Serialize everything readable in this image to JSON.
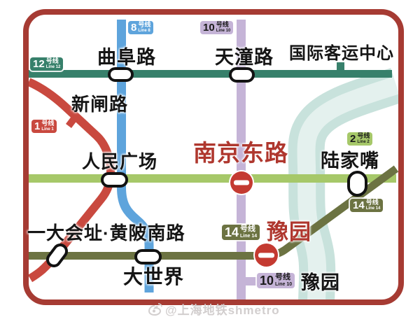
{
  "badges": {
    "line1": {
      "num": "1",
      "suffix": "号线",
      "en": "Line 1"
    },
    "line2": {
      "num": "2",
      "suffix": "号线",
      "en": "Line 2"
    },
    "line8": {
      "num": "8",
      "suffix": "号线",
      "en": "Line 8"
    },
    "line10": {
      "num": "10",
      "suffix": "号线",
      "en": "Line 10"
    },
    "line12": {
      "num": "12",
      "suffix": "号线",
      "en": "Line 12"
    },
    "line14": {
      "num": "14",
      "suffix": "号线",
      "en": "Line 14"
    }
  },
  "stations": {
    "qufu_road": "曲阜路",
    "tiantong_road": "天潼路",
    "international_cruise_terminal": "国际客运中心",
    "xinzha_road": "新闸路",
    "peoples_square": "人民广场",
    "east_nanjing_road": "南京东路",
    "lujiazui": "陆家嘴",
    "first_cpc_site_huangpi_road": "一大会址·黄陂南路",
    "dashijie": "大世界",
    "yuyuan_garden": "豫园",
    "yuyuan_garden_line10": "豫园"
  },
  "watermark": {
    "handle": "@上海地铁shmetro"
  },
  "colors": {
    "line1": "#C9493F",
    "line2": "#A6C869",
    "line8": "#5EA4DC",
    "line10": "#C5B4D7",
    "line12": "#37806B",
    "line14": "#6C7342",
    "frame": "#A63B33",
    "closed_station": "#C43A31",
    "highlight_station_text": "#AF372E",
    "river": "#CBE4DE"
  }
}
